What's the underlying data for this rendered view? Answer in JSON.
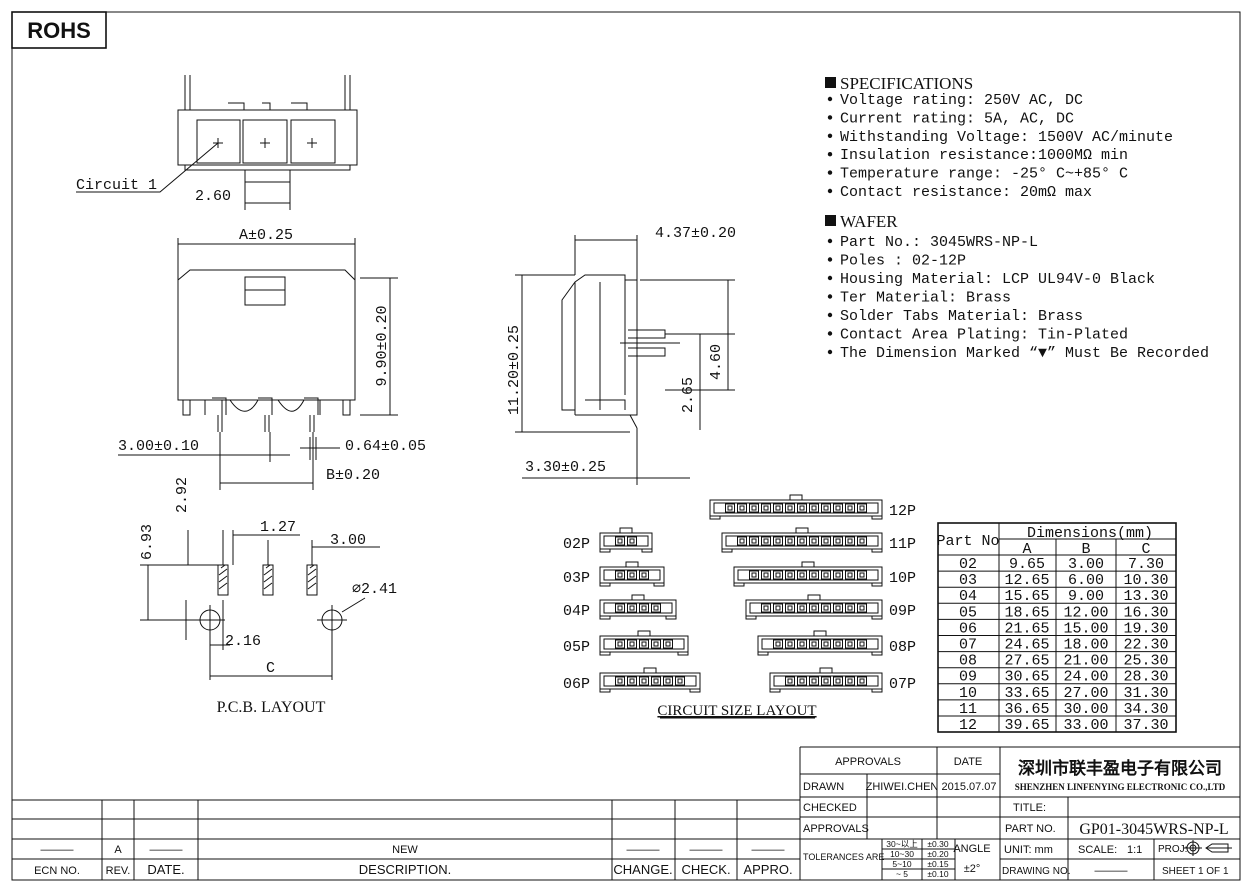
{
  "badge": "ROHS",
  "top_view": {
    "circuit_label": "Circuit 1",
    "pitch": "2.60"
  },
  "front_view": {
    "dim_a": "A±0.25",
    "height": "9.90±0.20",
    "pitch": "3.00±0.10",
    "pin_width": "0.64±0.05",
    "dim_b": "B±0.20"
  },
  "side_view": {
    "depth": "4.37±0.20",
    "total_height": "11.20±0.25",
    "pin_low": "2.65",
    "pin_high": "4.60",
    "base": "3.30±0.25"
  },
  "pcb_layout": {
    "title": "P.C.B. LAYOUT",
    "d1": "6.93",
    "d2": "2.92",
    "d3": "1.27",
    "d4": "3.00",
    "hole": "⌀2.41",
    "d5": "2.16",
    "dim_c": "C"
  },
  "circuit_layout": {
    "title": "CIRCUIT SIZE LAYOUT",
    "left": [
      {
        "label": "02P",
        "n": 2
      },
      {
        "label": "03P",
        "n": 3
      },
      {
        "label": "04P",
        "n": 4
      },
      {
        "label": "05P",
        "n": 5
      },
      {
        "label": "06P",
        "n": 6
      }
    ],
    "right": [
      {
        "label": "12P",
        "n": 12
      },
      {
        "label": "11P",
        "n": 11
      },
      {
        "label": "10P",
        "n": 10
      },
      {
        "label": "09P",
        "n": 9
      },
      {
        "label": "08P",
        "n": 8
      },
      {
        "label": "07P",
        "n": 7
      }
    ]
  },
  "specifications": {
    "heading": "SPECIFICATIONS",
    "items": [
      "Voltage rating: 250V AC, DC",
      "Current rating: 5A, AC, DC",
      "Withstanding Voltage: 1500V AC/minute",
      "Insulation resistance:1000MΩ min",
      "Temperature range: -25° C~+85° C",
      "Contact resistance: 20mΩ max"
    ]
  },
  "wafer": {
    "heading": "WAFER",
    "items": [
      "Part No.: 3045WRS-NP-L",
      "Poles : 02-12P",
      "Housing Material: LCP UL94V-0 Black",
      "Ter Material: Brass",
      "Solder Tabs Material: Brass",
      "Contact Area Plating: Tin-Plated",
      "The Dimension Marked “▼” Must Be Recorded"
    ]
  },
  "dimension_table": {
    "header_part": "Part No",
    "header_dims": "Dimensions(mm)",
    "columns": [
      "A",
      "B",
      "C"
    ],
    "rows": [
      [
        "02",
        "9.65",
        "3.00",
        "7.30"
      ],
      [
        "03",
        "12.65",
        "6.00",
        "10.30"
      ],
      [
        "04",
        "15.65",
        "9.00",
        "13.30"
      ],
      [
        "05",
        "18.65",
        "12.00",
        "16.30"
      ],
      [
        "06",
        "21.65",
        "15.00",
        "19.30"
      ],
      [
        "07",
        "24.65",
        "18.00",
        "22.30"
      ],
      [
        "08",
        "27.65",
        "21.00",
        "25.30"
      ],
      [
        "09",
        "30.65",
        "24.00",
        "28.30"
      ],
      [
        "10",
        "33.65",
        "27.00",
        "31.30"
      ],
      [
        "11",
        "36.65",
        "30.00",
        "34.30"
      ],
      [
        "12",
        "39.65",
        "33.00",
        "37.30"
      ]
    ]
  },
  "revision_table": {
    "row": {
      "ecn": "———",
      "rev": "A",
      "date": "———",
      "desc": "NEW",
      "change": "———",
      "check": "———",
      "appro": "———"
    },
    "headers": {
      "ecn": "ECN NO.",
      "rev": "REV.",
      "date": "DATE.",
      "desc": "DESCRIPTION.",
      "change": "CHANGE.",
      "check": "CHECK.",
      "appro": "APPRO."
    }
  },
  "title_block": {
    "approvals_header": "APPROVALS",
    "date_header": "DATE",
    "drawn_label": "DRAWN",
    "drawn_by": "ZHIWEI.CHEN",
    "drawn_date": "2015.07.07",
    "checked_label": "CHECKED",
    "approvals_label": "APPROVALS",
    "company_cn": "深圳市联丰盈电子有限公司",
    "company_en": "SHENZHEN LINFENYING ELECTRONIC CO.,LTD",
    "title_label": "TITLE:",
    "part_no_label": "PART NO.",
    "part_no": "GP01-3045WRS-NP-L",
    "tolerances_label": "TOLERANCES ARE",
    "tolerances": [
      [
        "30~以上",
        "±0.30"
      ],
      [
        "10~30",
        "±0.20"
      ],
      [
        "5~10",
        "±0.15"
      ],
      [
        "~ 5",
        "±0.10"
      ]
    ],
    "angle_label": "ANGLE",
    "angle_value": "±2°",
    "unit": "UNIT: mm",
    "scale_label": "SCALE:",
    "scale": "1:1",
    "proj_label": "PROJ:",
    "drawing_no_label": "DRAWING NO.",
    "drawing_no": "———",
    "sheet": "SHEET  1  OF  1"
  }
}
